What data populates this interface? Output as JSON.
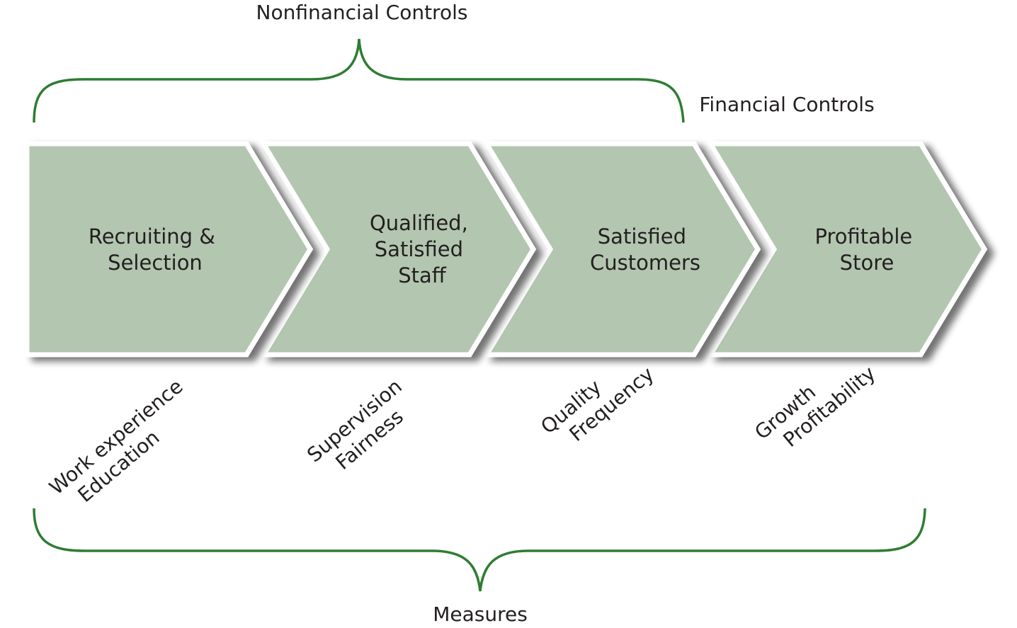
{
  "brackets": {
    "nonfinancial_label": "Nonfinancial Controls",
    "financial_label": "Financial Controls",
    "measures_label": "Measures"
  },
  "stages": [
    {
      "lines": [
        "Recruiting &",
        "Selection"
      ]
    },
    {
      "lines": [
        "Qualified,",
        "Satisfied",
        "Staff"
      ]
    },
    {
      "lines": [
        "Satisfied",
        "Customers"
      ]
    },
    {
      "lines": [
        "Profitable",
        "Store"
      ]
    }
  ],
  "measures": [
    {
      "lines": [
        "Work experience",
        "Education"
      ]
    },
    {
      "lines": [
        "Supervision",
        "Fairness"
      ]
    },
    {
      "lines": [
        "Quality",
        "Frequency"
      ]
    },
    {
      "lines": [
        "Growth",
        "Profitability"
      ]
    }
  ],
  "colors": {
    "chevron_fill": "#b3c6b0",
    "chevron_border": "#ffffff",
    "chevron_shadow": "#8a8a8a",
    "bracket": "#2e7d32",
    "text": "#231f20"
  }
}
